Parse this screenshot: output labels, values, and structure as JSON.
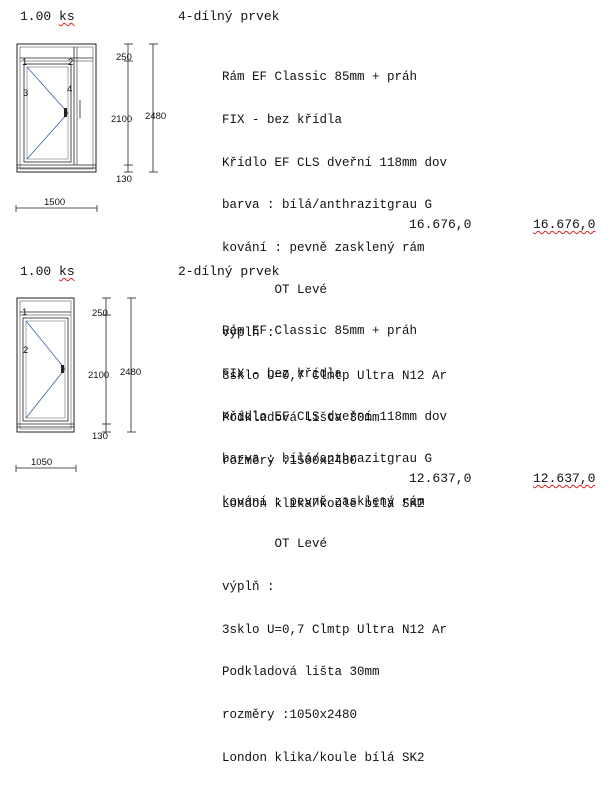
{
  "items": [
    {
      "qty": "1.00",
      "qty_unit": "ks",
      "title": "4-dílný prvek",
      "desc": [
        "Rám EF Classic 85mm + práh",
        "FIX - bez křídla",
        "Křídlo EF CLS dveřní 118mm dov",
        "barva : bílá/anthrazitgrau G",
        "kování : pevně zasklený rám",
        "       OT Levé",
        "výplň :",
        "3sklo U=0,7 Clmtp Ultra N12 Ar",
        "Podkladová lišta 30mm",
        "rozměry :1500x2480",
        "London klika/koule bílá SK2"
      ],
      "unit_price": "16.676,0",
      "total_price": "16.676,0",
      "dims": {
        "width": "1500",
        "top": "250",
        "middle": "2100",
        "bottom": "130",
        "height": "2480"
      },
      "field_labels": [
        "1",
        "2",
        "3",
        "4"
      ]
    },
    {
      "qty": "1.00",
      "qty_unit": "ks",
      "title": "2-dílný prvek",
      "desc": [
        "Rám EF Classic 85mm + práh",
        "FIX - bez křídla",
        "Křídlo EF CLS dveřní 118mm dov",
        "barva : bílá/anthrazitgrau G",
        "kování : pevně zasklený rám",
        "       OT Levé",
        "výplň :",
        "3sklo U=0,7 Clmtp Ultra N12 Ar",
        "Podkladová lišta 30mm",
        "rozměry :1050x2480",
        "London klika/koule bílá SK2"
      ],
      "unit_price": "12.637,0",
      "total_price": "12.637,0",
      "dims": {
        "width": "1050",
        "top": "250",
        "middle": "2100",
        "bottom": "130",
        "height": "2480"
      },
      "field_labels": [
        "1",
        "2"
      ]
    }
  ]
}
